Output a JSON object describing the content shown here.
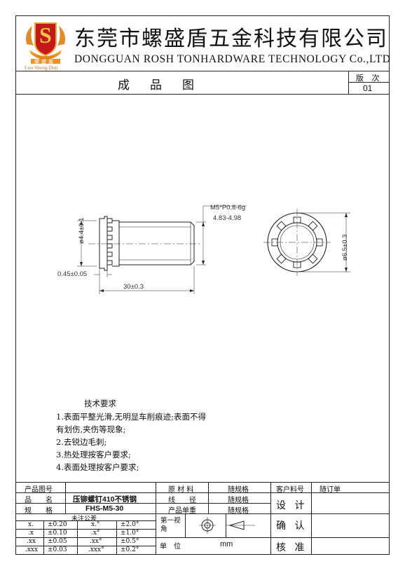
{
  "header": {
    "logo_letter": "S",
    "logo_chars": "螺盛盾",
    "logo_pinyin": "Luo Sheng Dun",
    "company_cn": "东莞市螺盛盾五金科技有限公司",
    "company_en": "DONGGUAN ROSH TONHARDWARE TECHNOLOGY Co.,LTD",
    "drawing_title": "成　品　图",
    "version_label": "版 次",
    "version_value": "01"
  },
  "drawing": {
    "thread_spec": "M5*P0.8-6g",
    "thread_range": "4.83-4.98",
    "head_dia": "4.4±0.1",
    "head_thk": "0.45±0.05",
    "length": "30±0.3",
    "outer_dia": "6.5±0.3"
  },
  "requirements": {
    "title": "技术要求",
    "lines": [
      "1.表面平整光滑,无明显车削痕迹;表面不得",
      "有划伤,夹伤等现象;",
      "2.去锐边毛刺;",
      "3.热处理按客户要求;",
      "4.表面处理按客户要求;"
    ]
  },
  "table": {
    "row1": {
      "label": "产品图号",
      "value": "",
      "mat_label": "原 材 料",
      "mat_value": "随规格",
      "cust_label": "客户料号",
      "cust_value": "随订单"
    },
    "row2": {
      "label": "品　　名",
      "value": "压铆螺钉410不锈钢",
      "wire_label": "线　　径",
      "wire_value": "随规格"
    },
    "row3": {
      "label": "规　　格",
      "value": "FHS-M5-30",
      "weight_label": "产品单重",
      "weight_value": "随规格"
    },
    "tol_title": "未注公差",
    "tolerances": [
      {
        "k": "x.",
        "v": "±0.20",
        "ak": "x.°",
        "av": "±2.0°"
      },
      {
        "k": ".x",
        "v": "±0.10",
        "ak": ".x°",
        "av": "±1.0°"
      },
      {
        "k": ".xx",
        "v": "±0.05",
        "ak": ".xx°",
        "av": "±0.5°"
      },
      {
        "k": ".xxx",
        "v": "±0.03",
        "ak": ".xxx°",
        "av": "±0.2°"
      }
    ],
    "projection_label": "第一视角",
    "unit_label": "单　位",
    "unit_value": "mm",
    "design": "设 计",
    "confirm": "确 认",
    "approve": "核 准"
  }
}
